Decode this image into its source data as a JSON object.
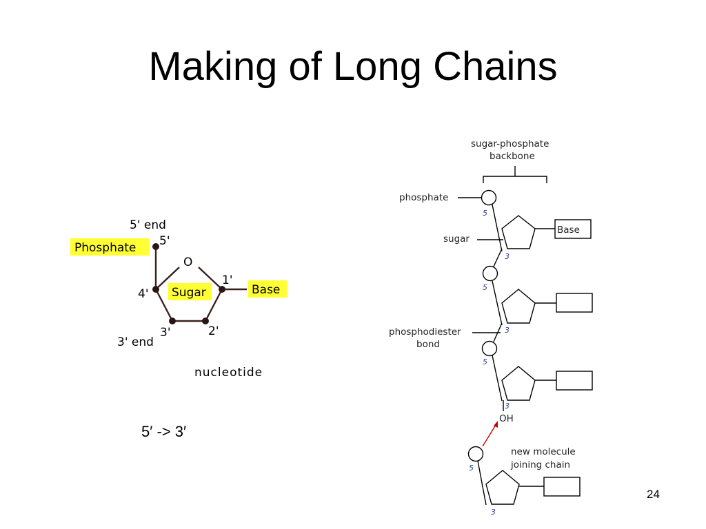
{
  "slide": {
    "title": "Making of Long Chains",
    "direction": "5′ -> 3′",
    "page_number": "24"
  },
  "nucleotide": {
    "five_end": "5' end",
    "three_end": "3' end",
    "phosphate": "Phosphate",
    "sugar": "Sugar",
    "base": "Base",
    "oxygen": "O",
    "c5": "5'",
    "c4": "4'",
    "c3": "3'",
    "c2": "2'",
    "c1": "1'",
    "caption": "nucleotide",
    "highlight_color": "#ffff33"
  },
  "chain": {
    "backbone_line1": "sugar-phosphate",
    "backbone_line2": "backbone",
    "phosphate": "phosphate",
    "sugar": "sugar",
    "base": "Base",
    "phosphodiester_line1": "phosphodiester",
    "phosphodiester_line2": "bond",
    "oh": "OH",
    "new_molecule_line1": "new molecule",
    "new_molecule_line2": "joining chain",
    "five_prime": "5",
    "three_prime": "3",
    "arrow_color": "#cc0000"
  }
}
